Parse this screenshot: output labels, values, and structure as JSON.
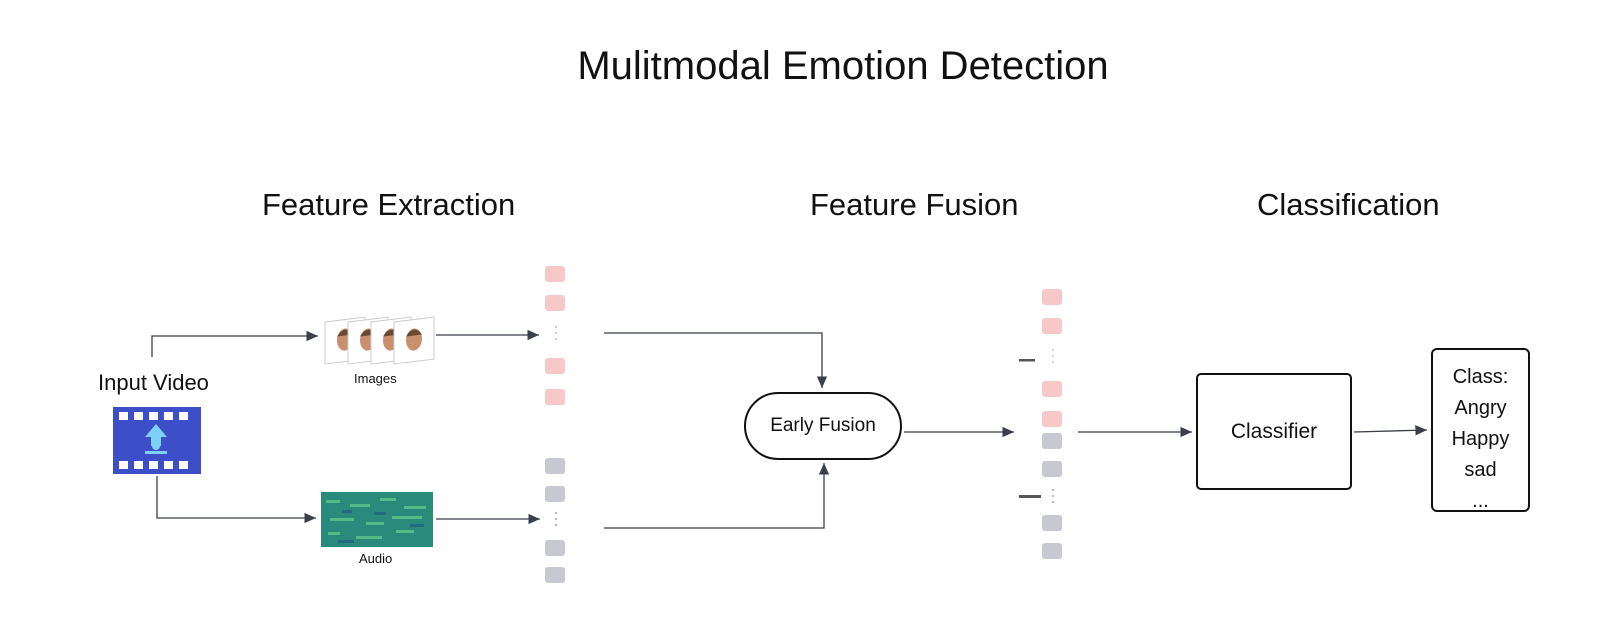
{
  "title": "Mulitmodal Emotion Detection",
  "stages": {
    "feature_extraction": "Feature Extraction",
    "feature_fusion": "Feature Fusion",
    "classification": "Classification"
  },
  "input": {
    "label": "Input Video",
    "icon": "video-upload-icon"
  },
  "modalities": {
    "images_label": "Images",
    "audio_label": "Audio"
  },
  "nodes": {
    "early_fusion": "Early Fusion",
    "classifier": "Classifier"
  },
  "output": {
    "items": [
      "Class:",
      "Angry",
      "Happy",
      "sad",
      "..."
    ]
  },
  "colors": {
    "image_feature": "#f7c8c8",
    "audio_feature": "#c8c8d2",
    "video_icon_bg": "#3d4fc8",
    "spectrogram": "#2a8a7c"
  }
}
